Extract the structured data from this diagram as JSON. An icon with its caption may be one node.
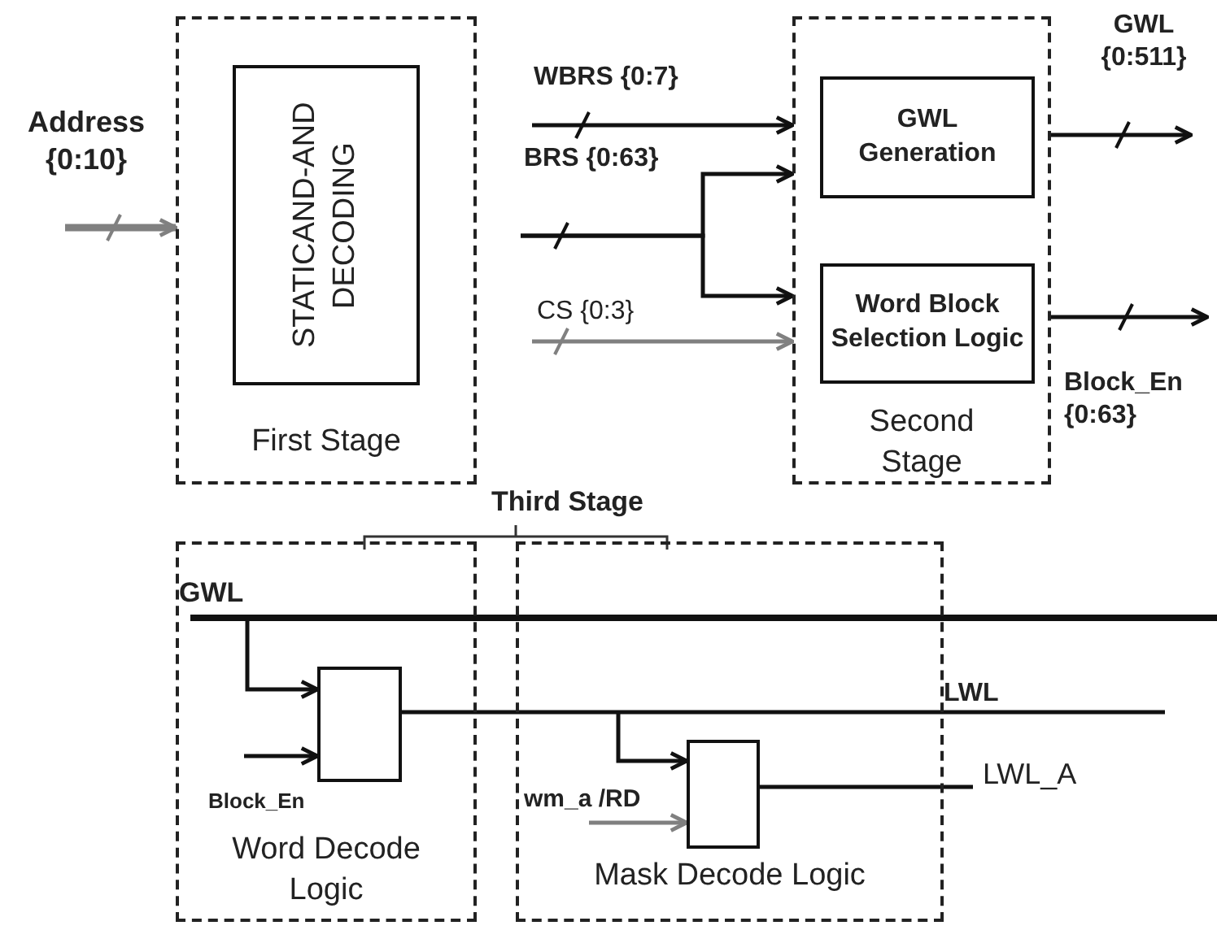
{
  "diagram": {
    "nodes": [
      {
        "text": [
          "First Stage"
        ]
      },
      {
        "text": [
          "STATICAND-AND DECODING"
        ],
        "in": 0
      },
      {
        "text": [
          "Second Stage"
        ]
      },
      {
        "text": [
          "GWL Generation"
        ],
        "in": 2
      },
      {
        "text": [
          "Word Block Selection Logic"
        ],
        "in": 2
      },
      {
        "text": [
          "Word Decode Logic"
        ]
      },
      {
        "text": [
          "Mask Decode Logic"
        ]
      },
      {
        "text": [],
        "shape": "box",
        "in": 5
      },
      {
        "text": [],
        "shape": "box",
        "in": 6
      }
    ],
    "edges": [
      {
        "from": null,
        "to": 0,
        "arrow": "to",
        "label": "Address {0:10}",
        "style": "thick",
        "color": "#808080"
      },
      {
        "from": null,
        "to": 2,
        "arrow": "to",
        "label": "WBRS {0:7}"
      },
      {
        "from": null,
        "to": 2,
        "arrow": "to",
        "label": "BRS {0:63}"
      },
      {
        "from": null,
        "to": 2,
        "arrow": "to"
      },
      {
        "from": null,
        "to": 2,
        "arrow": "to",
        "label": "CS {0:3}",
        "color": "#808080"
      },
      {
        "from": 2,
        "to": null,
        "arrow": "to",
        "label": "GWL {0:511}"
      },
      {
        "from": 2,
        "to": null,
        "arrow": "to",
        "label": "Block_En {0:63}"
      },
      {
        "from": null,
        "to": 7,
        "arrow": "to"
      },
      {
        "from": null,
        "to": 7,
        "arrow": "to",
        "label": "Block_En"
      },
      {
        "from": 7,
        "to": null,
        "arrow": "none",
        "label": "LWL"
      },
      {
        "from": null,
        "to": 8,
        "arrow": "to"
      },
      {
        "from": null,
        "to": 8,
        "arrow": "to",
        "label": "wm_a /RD",
        "color": "#808080"
      },
      {
        "from": 8,
        "to": null,
        "arrow": "none",
        "label": "LWL_A"
      }
    ],
    "labels": [
      "Third Stage",
      "GWL"
    ]
  }
}
